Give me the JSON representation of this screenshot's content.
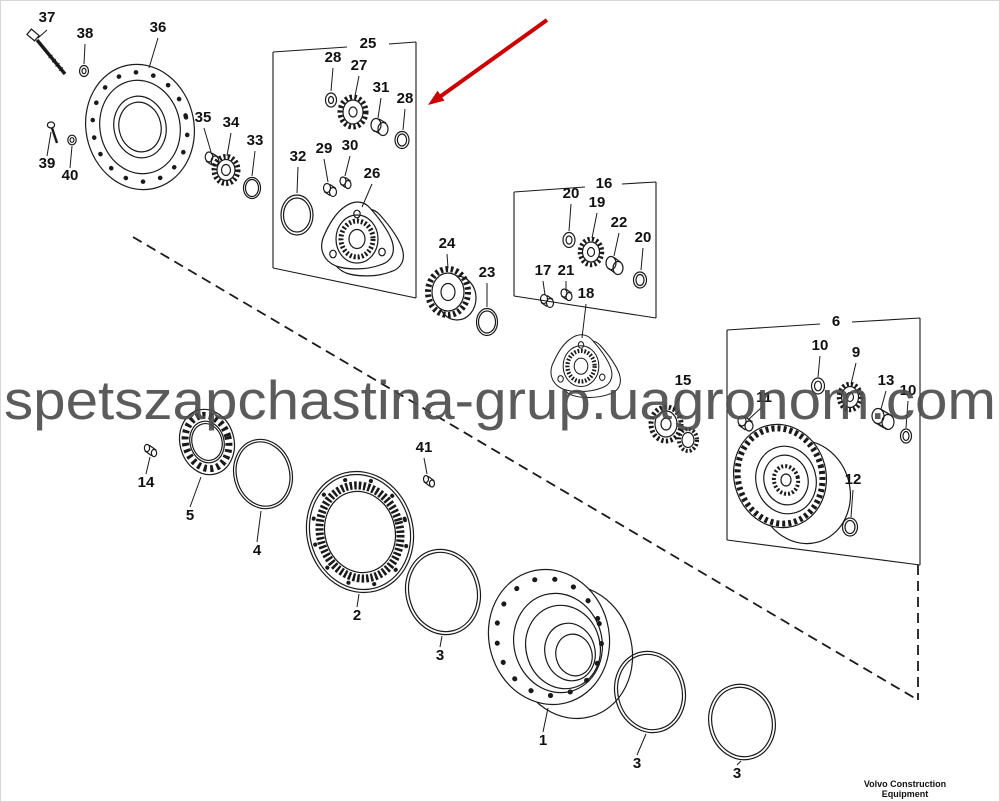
{
  "diagram": {
    "watermark": "spetszapchastina-grup.uagronom.com",
    "brand_line1": "Volvo Construction",
    "brand_line2": "Equipment",
    "arrow_color": "#cc0000"
  },
  "labels": [
    "37",
    "38",
    "36",
    "39",
    "40",
    "35",
    "34",
    "33",
    "25",
    "28",
    "27",
    "31",
    "28",
    "32",
    "29",
    "30",
    "26",
    "24",
    "23",
    "16",
    "20",
    "19",
    "22",
    "20",
    "17",
    "21",
    "18",
    "15",
    "11",
    "6",
    "10",
    "9",
    "13",
    "10",
    "12",
    "14",
    "5",
    "4",
    "2",
    "41",
    "3",
    "1",
    "3",
    "3"
  ]
}
